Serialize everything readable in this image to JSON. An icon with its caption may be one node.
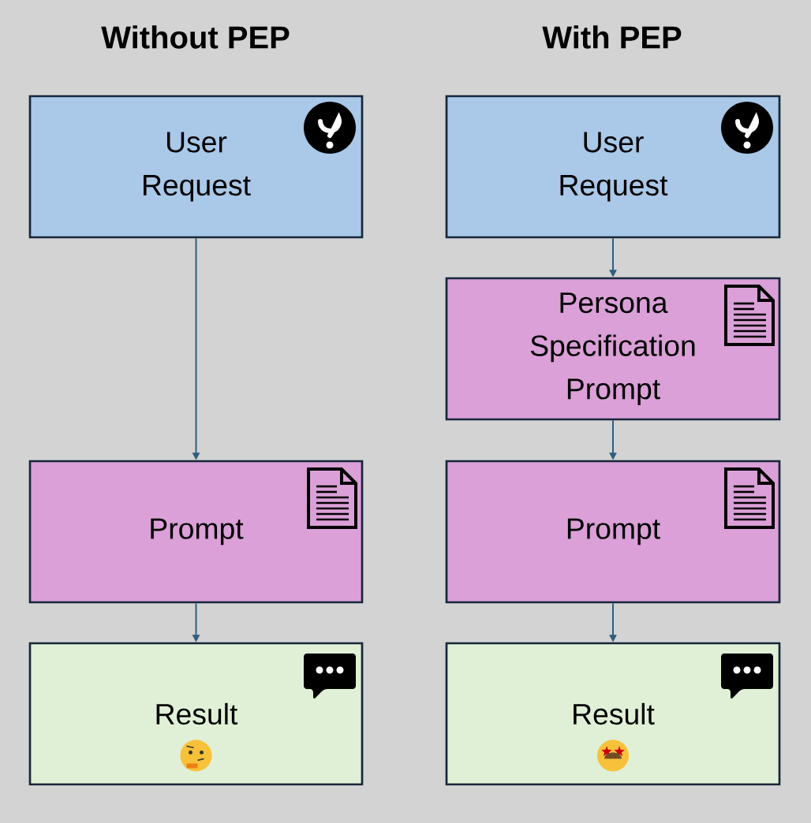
{
  "diagram": {
    "nodes": [
      {
        "text": [
          "User Request"
        ]
      },
      {
        "text": [
          "Prompt"
        ]
      },
      {
        "text": [
          "Result"
        ]
      },
      {
        "text": [
          "User Request"
        ]
      },
      {
        "text": [
          "Persona Specification Prompt"
        ]
      },
      {
        "text": [
          "Prompt"
        ]
      },
      {
        "text": [
          "Result"
        ]
      }
    ],
    "edges": [
      {
        "from": 0,
        "to": 1,
        "arrow": "to"
      },
      {
        "from": 1,
        "to": 2,
        "arrow": "to"
      },
      {
        "from": 3,
        "to": 4,
        "arrow": "to"
      },
      {
        "from": 4,
        "to": 5,
        "arrow": "to"
      },
      {
        "from": 5,
        "to": 6,
        "arrow": "to"
      }
    ],
    "labels": [
      "Without PEP",
      "With PEP"
    ]
  }
}
